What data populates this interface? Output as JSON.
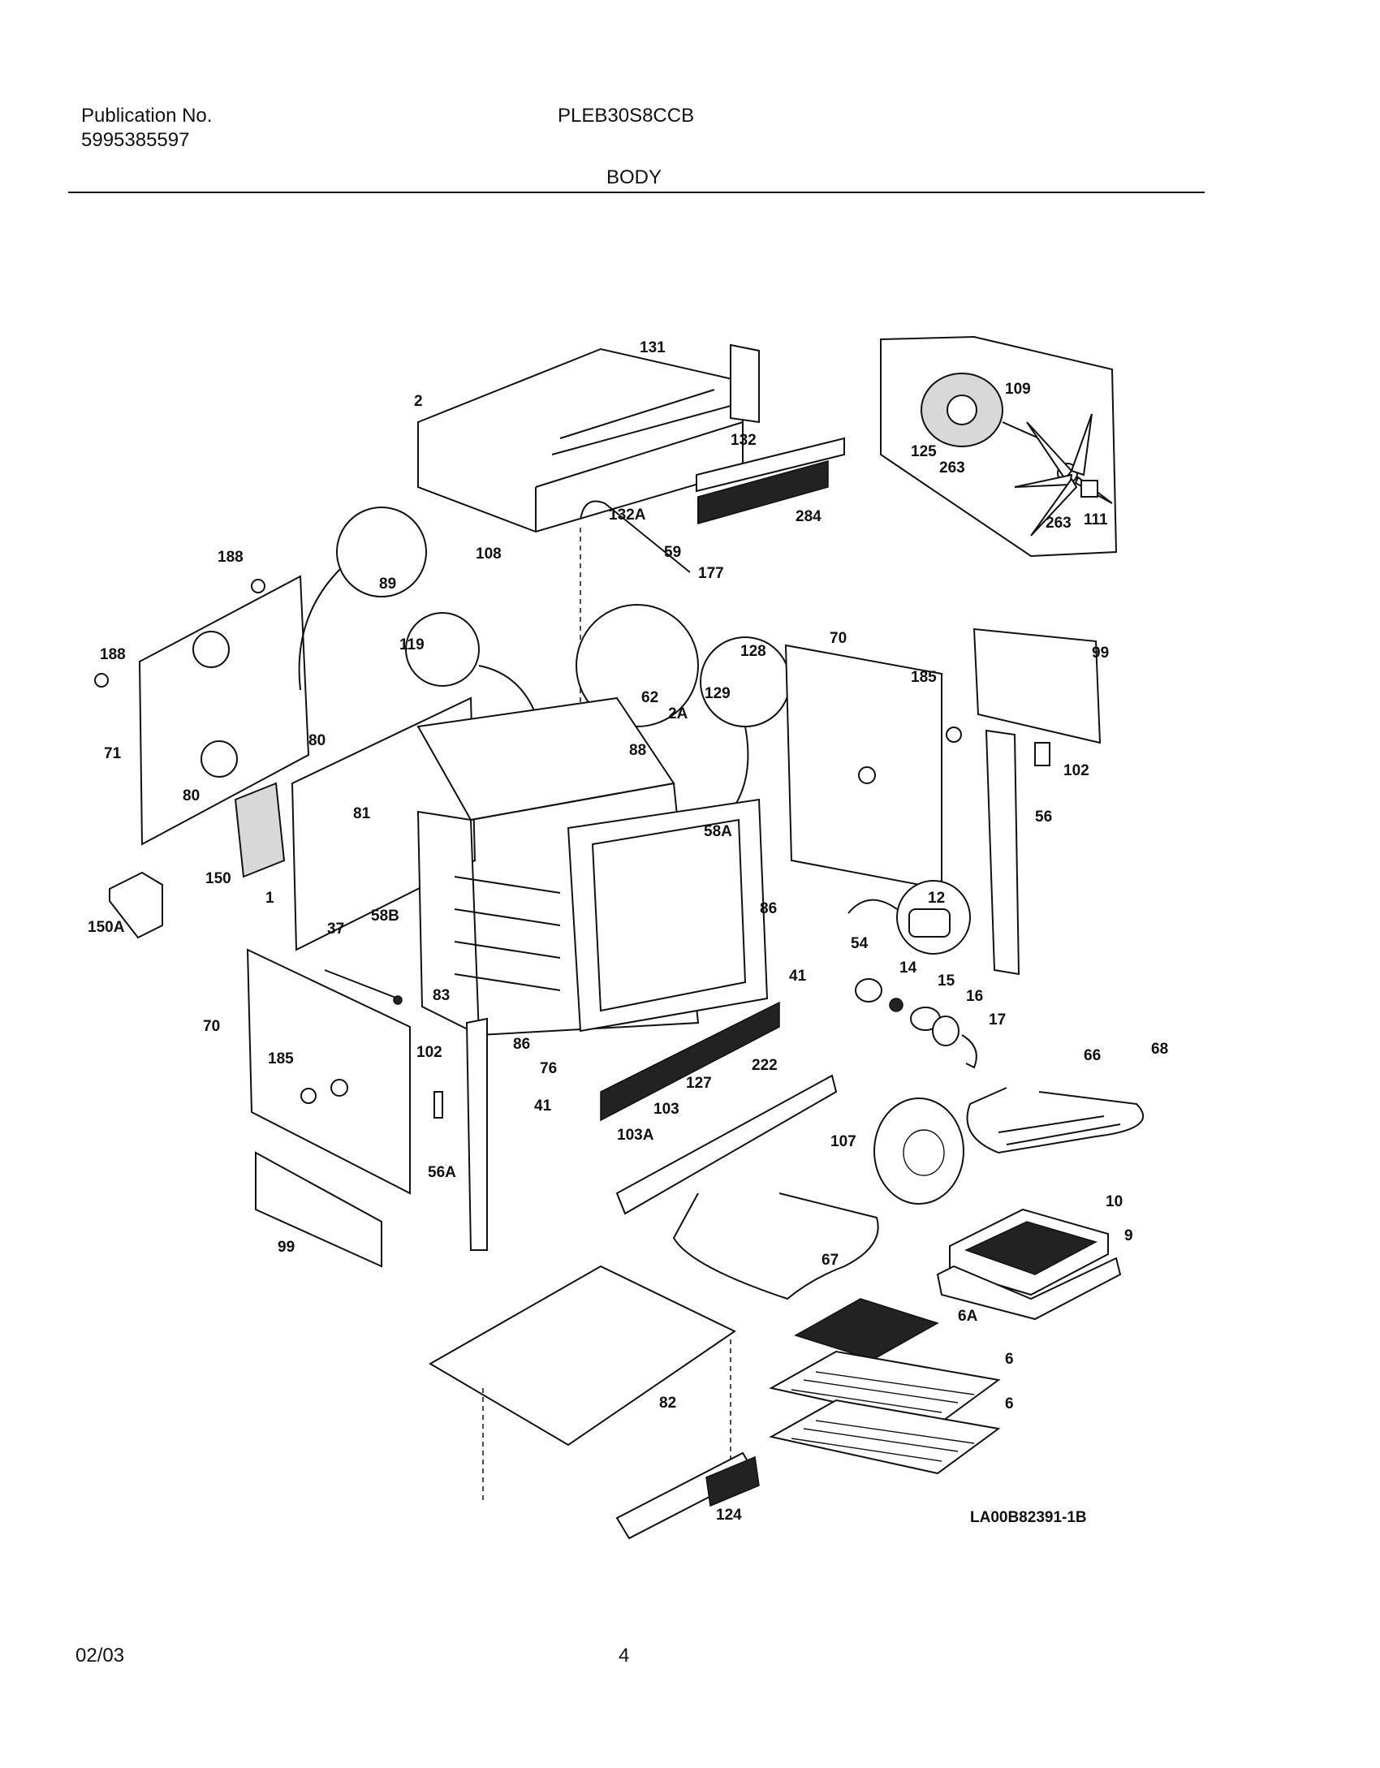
{
  "header": {
    "publication_label": "Publication No.",
    "publication_number": "5995385597",
    "model": "PLEB30S8CCB",
    "section_title": "BODY"
  },
  "footer": {
    "date": "02/03",
    "page_number": "4"
  },
  "diagram": {
    "reference_code": "LA00B82391-1B",
    "callouts": [
      "131",
      "2",
      "132",
      "109",
      "125",
      "263",
      "263",
      "111",
      "132A",
      "284",
      "188",
      "89",
      "108",
      "59",
      "177",
      "188",
      "119",
      "62",
      "128",
      "129",
      "70",
      "99",
      "185",
      "2A",
      "71",
      "80",
      "80",
      "88",
      "102",
      "81",
      "58A",
      "56",
      "150",
      "1",
      "58B",
      "12",
      "150A",
      "86",
      "37",
      "41",
      "54",
      "14",
      "15",
      "16",
      "83",
      "17",
      "70",
      "86",
      "76",
      "222",
      "66",
      "68",
      "185",
      "102",
      "127",
      "41",
      "103",
      "107",
      "103A",
      "56A",
      "10",
      "99",
      "9",
      "67",
      "6A",
      "6",
      "82",
      "6",
      "124"
    ]
  }
}
